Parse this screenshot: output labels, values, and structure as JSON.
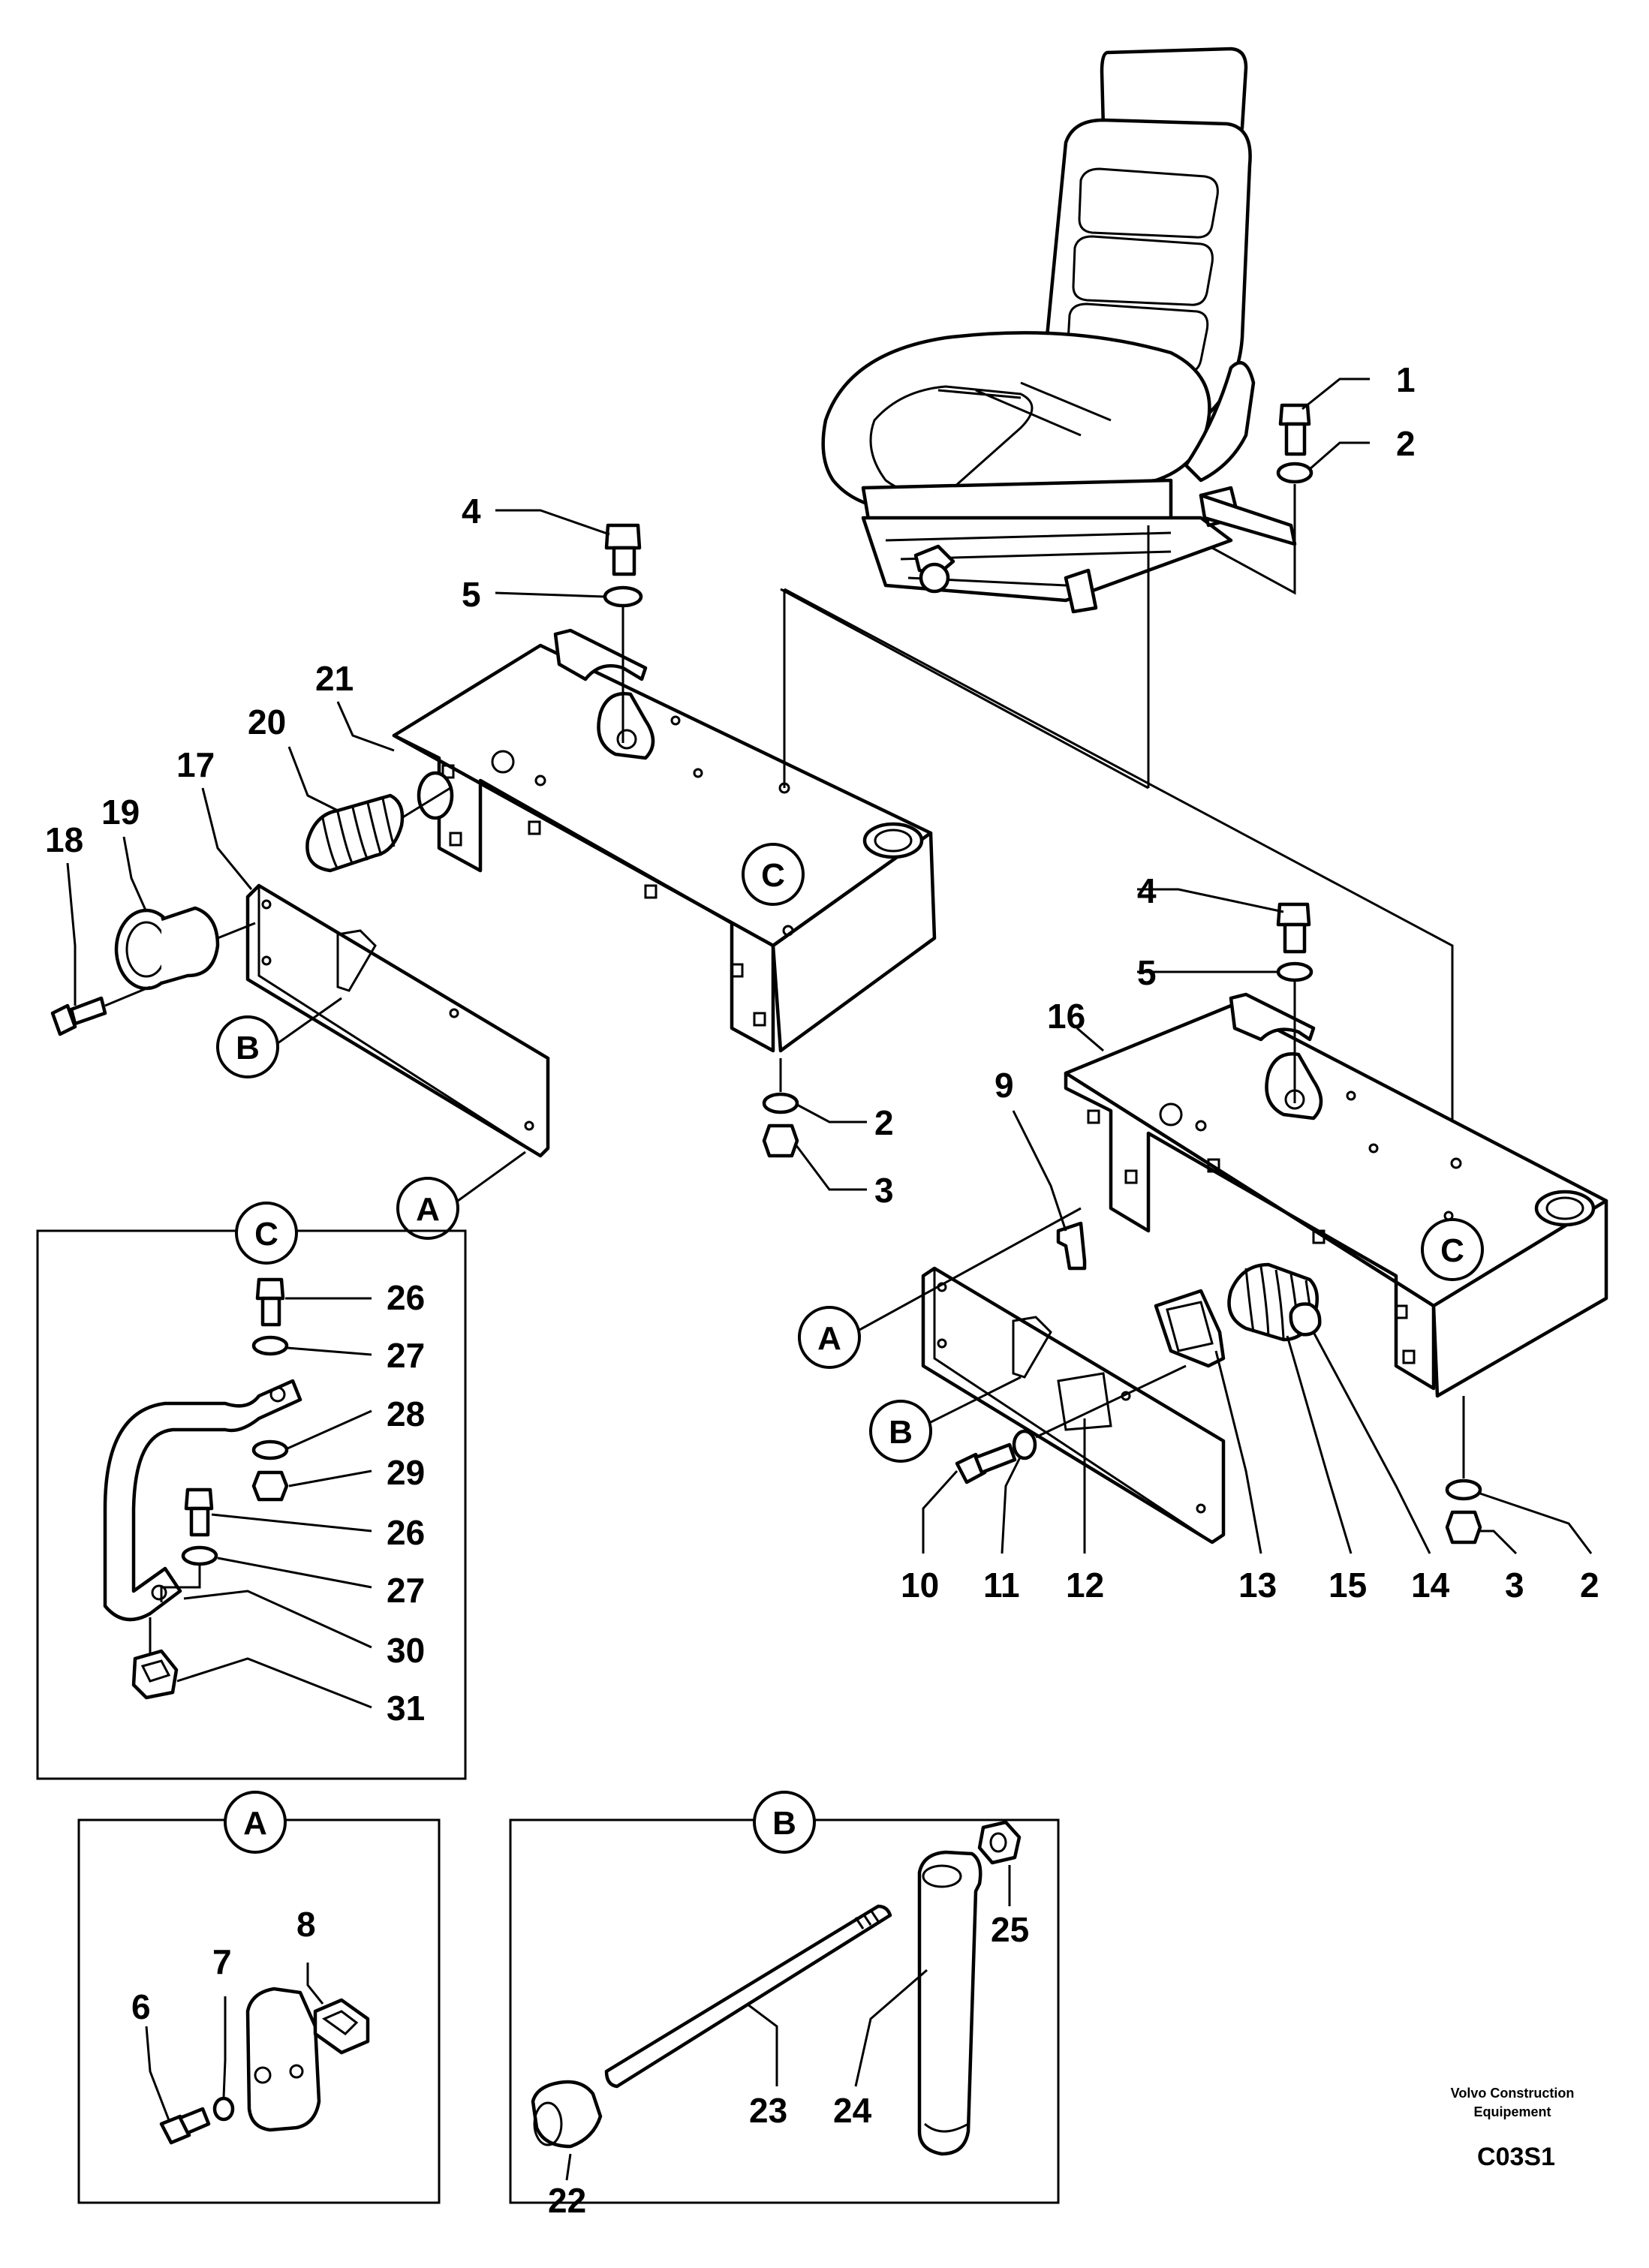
{
  "references": {
    "a": "A",
    "b": "B",
    "c": "C"
  },
  "parts": {
    "p1": "1",
    "p2": "2",
    "p3": "3",
    "p4": "4",
    "p5": "5",
    "p6": "6",
    "p7": "7",
    "p8": "8",
    "p9": "9",
    "p10": "10",
    "p11": "11",
    "p12": "12",
    "p13": "13",
    "p14": "14",
    "p15": "15",
    "p16": "16",
    "p17": "17",
    "p18": "18",
    "p19": "19",
    "p20": "20",
    "p21": "21",
    "p22": "22",
    "p23": "23",
    "p24": "24",
    "p25": "25",
    "p26": "26",
    "p27": "27",
    "p28": "28",
    "p29": "29",
    "p30": "30",
    "p31": "31"
  },
  "footer": {
    "company_line1": "Volvo Construction",
    "company_line2": "Equipement",
    "drawing_code": "C03S1"
  }
}
